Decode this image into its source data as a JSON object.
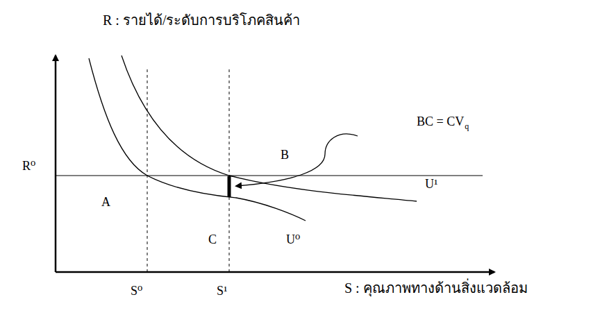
{
  "diagram": {
    "labels": [
      "R : รายได้/ระดับการบริโภคสินค้า",
      "BC = CV",
      "q",
      "B",
      "R⁰",
      "A",
      "U¹",
      "C",
      "U⁰",
      "S⁰",
      "S¹",
      "S : คุณภาพทางด้านสิ่งแวดล้อม"
    ]
  }
}
